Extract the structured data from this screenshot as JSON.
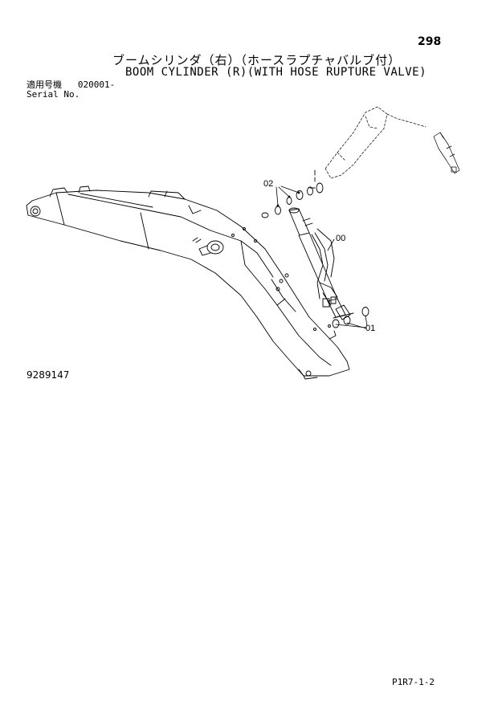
{
  "page_number": "298",
  "title_jp": "ブームシリンダ（右）（ホースラプチャバルブ付）",
  "title_en": "BOOM CYLINDER (R)(WITH HOSE RUPTURE VALVE)",
  "serial": {
    "jp_label": "適用号機",
    "value": "020001-",
    "en_label": "Serial No."
  },
  "drawing_number": "9289147",
  "callouts": {
    "c02": "02",
    "c00": "00",
    "c01": "01"
  },
  "footer_code": "P1R7-1-2"
}
